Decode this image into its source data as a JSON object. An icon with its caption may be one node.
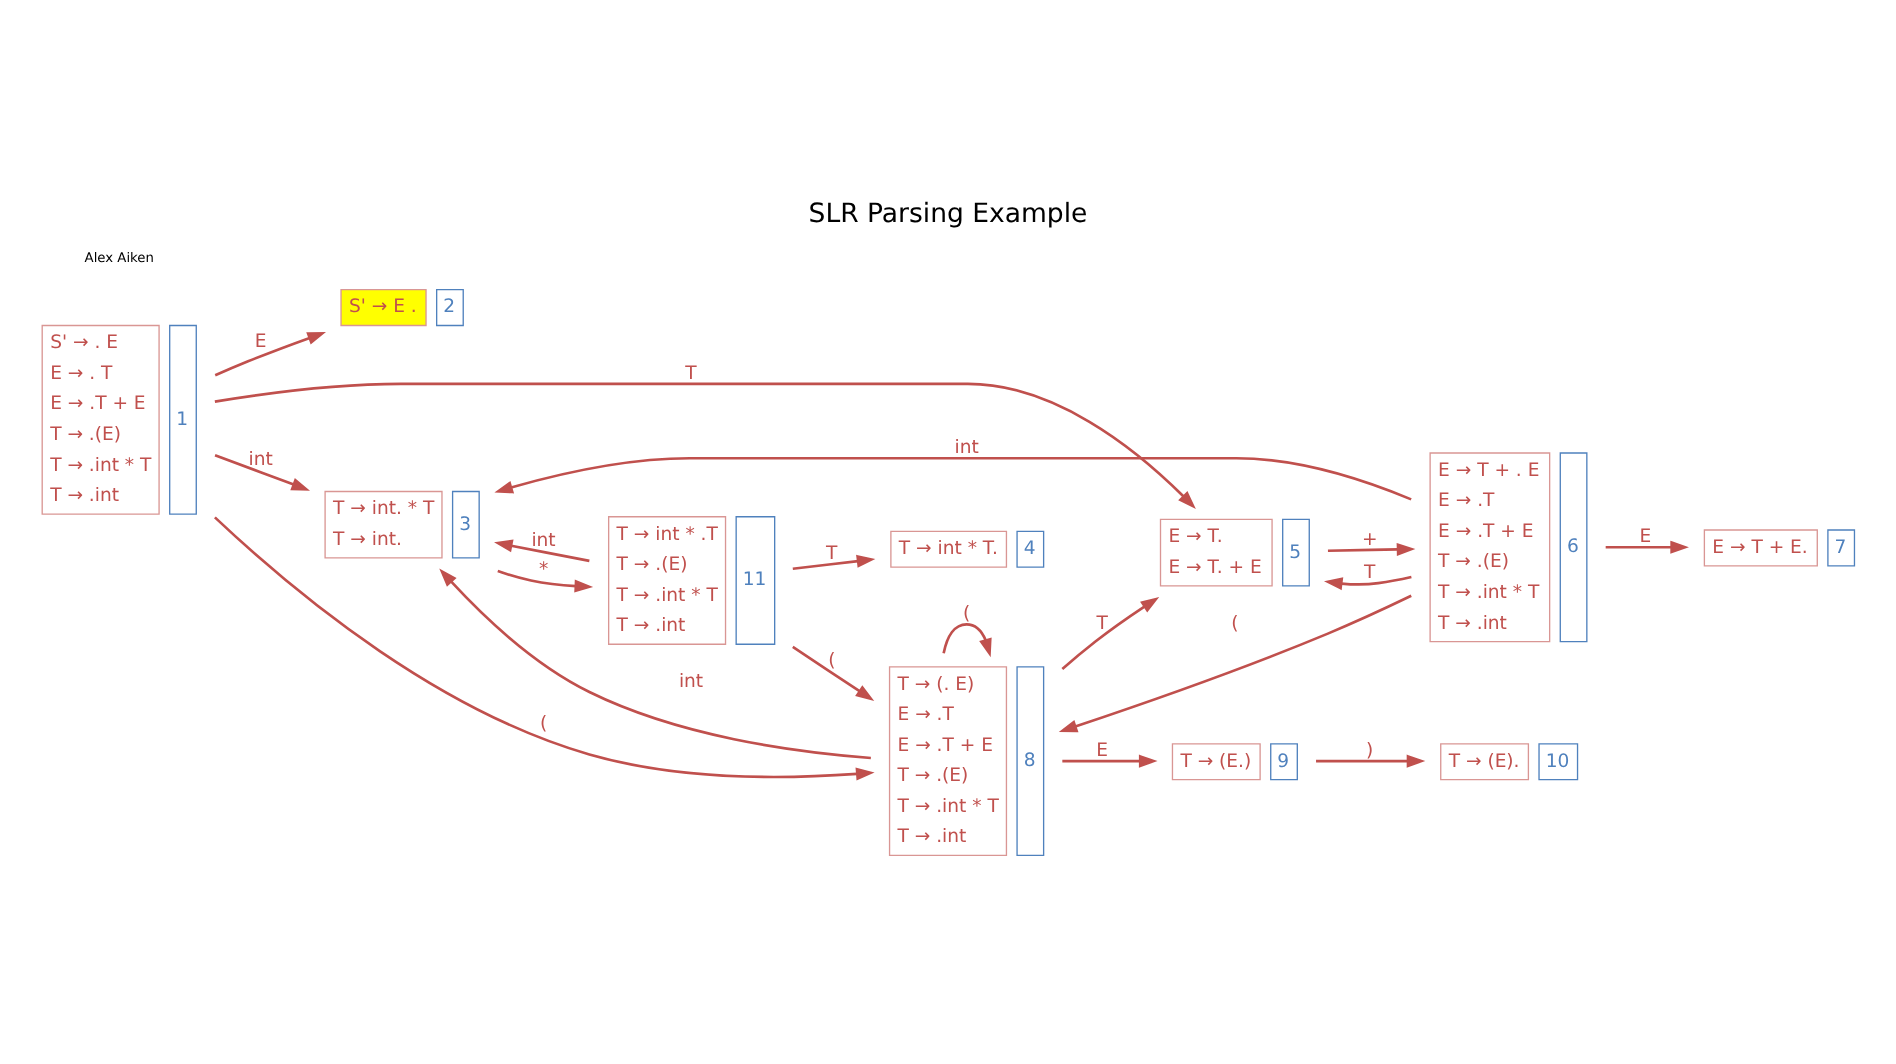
{
  "diagram": {
    "title": "SLR Parsing Example",
    "nodes": [
      {
        "text": [
          "S' → . E",
          "E → . T",
          "E → .T + E",
          "T → .(E)",
          "T → .int * T",
          "T → .int"
        ],
        "beside": [
          "1"
        ]
      },
      {
        "text": [
          "S' → E ."
        ],
        "beside": [
          "2"
        ]
      },
      {
        "text": [
          "T → int. * T",
          "T → int."
        ],
        "beside": [
          "3"
        ]
      },
      {
        "text": [
          "T → int * T."
        ],
        "beside": [
          "4"
        ]
      },
      {
        "text": [
          "E → T.",
          "E → T. + E"
        ],
        "beside": [
          "5"
        ]
      },
      {
        "text": [
          "E → T + . E",
          "E → .T",
          "E → .T + E",
          "T → .(E)",
          "T → .int * T",
          "T → .int"
        ],
        "beside": [
          "6"
        ]
      },
      {
        "text": [
          "E → T + E."
        ],
        "beside": [
          "7"
        ]
      },
      {
        "text": [
          "T → (. E)",
          "E → .T",
          "E → .T + E",
          "T → .(E)",
          "T → .int * T",
          "T → .int"
        ],
        "beside": [
          "8"
        ]
      },
      {
        "text": [
          "T → (E.)"
        ],
        "beside": [
          "9"
        ]
      },
      {
        "text": [
          "T → (E)."
        ],
        "beside": [
          "10"
        ]
      },
      {
        "text": [
          "T → int * .T",
          "T → .(E)",
          "T → .int * T",
          "T → .int"
        ],
        "beside": [
          "11"
        ]
      }
    ],
    "edges": [
      {
        "from": 0,
        "to": 1,
        "arrow": "to",
        "label": "E"
      },
      {
        "from": 0,
        "to": 4,
        "arrow": "to",
        "label": "T"
      },
      {
        "from": 0,
        "to": 2,
        "arrow": "to",
        "label": "int"
      },
      {
        "from": 0,
        "to": 7,
        "arrow": "to",
        "label": "("
      },
      {
        "from": 5,
        "to": 4,
        "arrow": "to",
        "label": "T"
      },
      {
        "from": 4,
        "to": 5,
        "arrow": "to",
        "label": "+"
      },
      {
        "from": 5,
        "to": 2,
        "arrow": "to",
        "label": "int"
      },
      {
        "from": 5,
        "to": 6,
        "arrow": "to",
        "label": "E"
      },
      {
        "from": 5,
        "to": 7,
        "arrow": "to",
        "label": "("
      },
      {
        "from": 7,
        "to": 4,
        "arrow": "to",
        "label": "T"
      },
      {
        "from": 7,
        "to": 2,
        "arrow": "to",
        "label": "int"
      },
      {
        "from": 7,
        "to": 7,
        "arrow": "to",
        "label": "("
      },
      {
        "from": 7,
        "to": 8,
        "arrow": "to",
        "label": "E"
      },
      {
        "from": 8,
        "to": 9,
        "arrow": "to",
        "label": ")"
      },
      {
        "from": 2,
        "to": 10,
        "arrow": "to",
        "label": "*"
      },
      {
        "from": 10,
        "to": 3,
        "arrow": "to",
        "label": "T"
      },
      {
        "from": 10,
        "to": 2,
        "arrow": "to",
        "label": "int"
      },
      {
        "from": 10,
        "to": 7,
        "arrow": "to",
        "label": "("
      }
    ],
    "labels": [
      "Alex Aiken"
    ]
  }
}
